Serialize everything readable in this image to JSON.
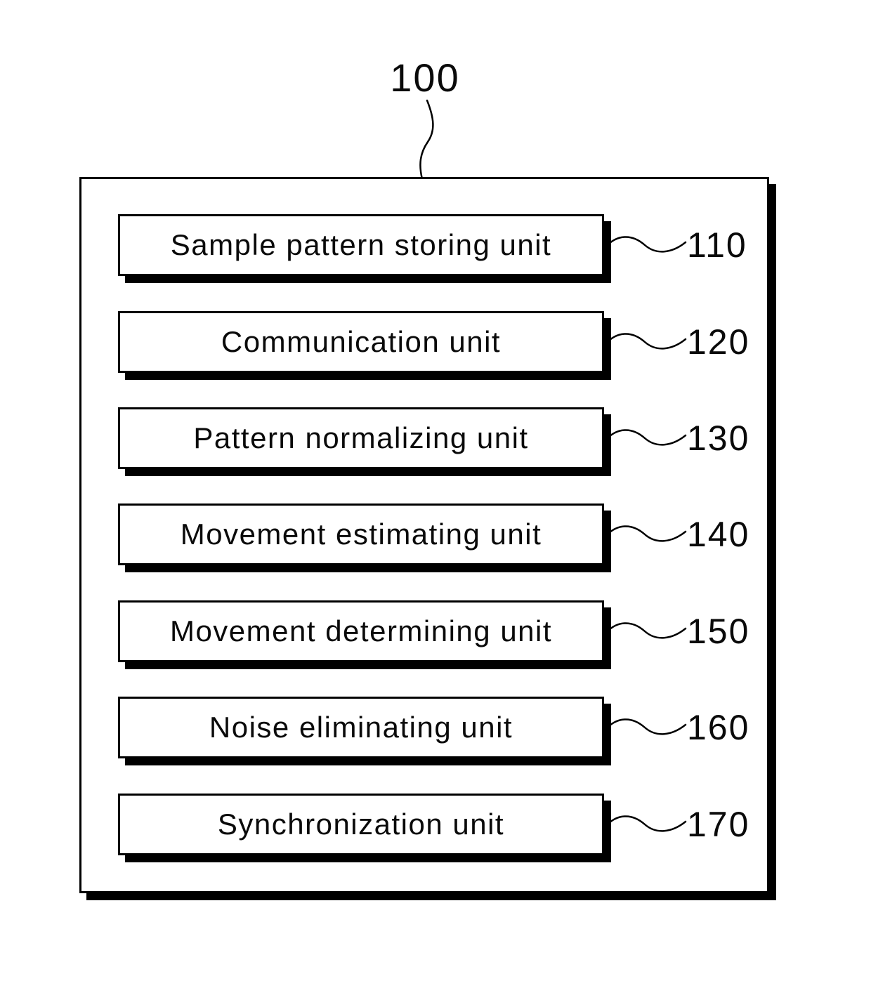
{
  "figure": {
    "system_ref": "100"
  },
  "diagram": {
    "units": [
      {
        "label": "Sample pattern storing unit",
        "ref": "110"
      },
      {
        "label": "Communication unit",
        "ref": "120"
      },
      {
        "label": "Pattern normalizing unit",
        "ref": "130"
      },
      {
        "label": "Movement estimating unit",
        "ref": "140"
      },
      {
        "label": "Movement determining unit",
        "ref": "150"
      },
      {
        "label": "Noise eliminating unit",
        "ref": "160"
      },
      {
        "label": "Synchronization unit",
        "ref": "170"
      }
    ]
  },
  "colors": {
    "line": "#000000",
    "background": "#ffffff",
    "box_fill": "#ffffff",
    "shadow": "#000000"
  }
}
